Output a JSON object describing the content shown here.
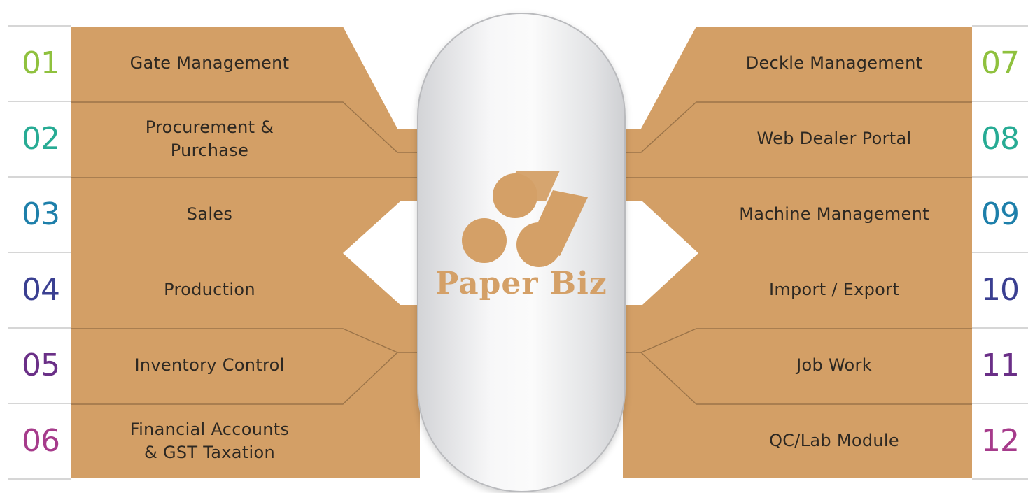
{
  "brand": {
    "name": "Paper Biz",
    "logo": "paper-rolls-logo"
  },
  "colors": {
    "panel": "#d39f66",
    "panel_edge": "#9b7449",
    "divider": "#c9c9c9",
    "pill_border": "#b9babd",
    "logo": "#d4a067"
  },
  "modules": [
    {
      "number": "01",
      "lines": [
        "Gate Management"
      ],
      "color": "#8fc13e",
      "side": "left"
    },
    {
      "number": "02",
      "lines": [
        "Procurement &",
        "Purchase"
      ],
      "color": "#27ab94",
      "side": "left"
    },
    {
      "number": "03",
      "lines": [
        "Sales"
      ],
      "color": "#1d7faa",
      "side": "left"
    },
    {
      "number": "04",
      "lines": [
        "Production"
      ],
      "color": "#3a3f91",
      "side": "left"
    },
    {
      "number": "05",
      "lines": [
        "Inventory Control"
      ],
      "color": "#6a2f87",
      "side": "left"
    },
    {
      "number": "06",
      "lines": [
        "Financial Accounts",
        "& GST Taxation"
      ],
      "color": "#a63b8b",
      "side": "left"
    },
    {
      "number": "07",
      "lines": [
        "Deckle Management"
      ],
      "color": "#8fc13e",
      "side": "right"
    },
    {
      "number": "08",
      "lines": [
        "Web Dealer Portal"
      ],
      "color": "#27ab94",
      "side": "right"
    },
    {
      "number": "09",
      "lines": [
        "Machine Management"
      ],
      "color": "#1d7faa",
      "side": "right"
    },
    {
      "number": "10",
      "lines": [
        "Import / Export"
      ],
      "color": "#3a3f91",
      "side": "right"
    },
    {
      "number": "11",
      "lines": [
        "Job Work"
      ],
      "color": "#6a2f87",
      "side": "right"
    },
    {
      "number": "12",
      "lines": [
        "QC/Lab Module"
      ],
      "color": "#a63b8b",
      "side": "right"
    }
  ]
}
